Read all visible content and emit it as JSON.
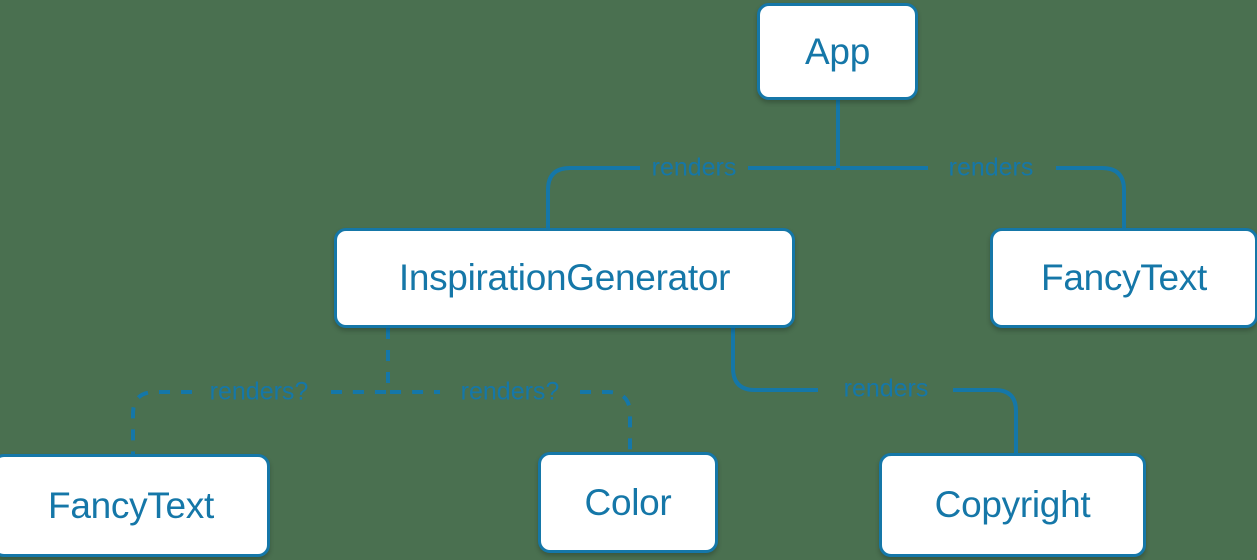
{
  "diagram": {
    "type": "component-tree",
    "background_color": "#4a7050",
    "accent_color": "#1577a8",
    "node_fill_color": "#ffffff",
    "nodes": [
      {
        "id": "app",
        "label": "App"
      },
      {
        "id": "inspgen",
        "label": "InspirationGenerator"
      },
      {
        "id": "fancytext_right",
        "label": "FancyText"
      },
      {
        "id": "fancytext_left",
        "label": "FancyText"
      },
      {
        "id": "color",
        "label": "Color"
      },
      {
        "id": "copyright",
        "label": "Copyright"
      }
    ],
    "edges": [
      {
        "from": "app",
        "to": "inspgen",
        "label": "renders",
        "style": "solid"
      },
      {
        "from": "app",
        "to": "fancytext_right",
        "label": "renders",
        "style": "solid"
      },
      {
        "from": "inspgen",
        "to": "fancytext_left",
        "label": "renders?",
        "style": "dashed"
      },
      {
        "from": "inspgen",
        "to": "color",
        "label": "renders?",
        "style": "dashed"
      },
      {
        "from": "inspgen",
        "to": "copyright",
        "label": "renders",
        "style": "solid"
      }
    ]
  }
}
